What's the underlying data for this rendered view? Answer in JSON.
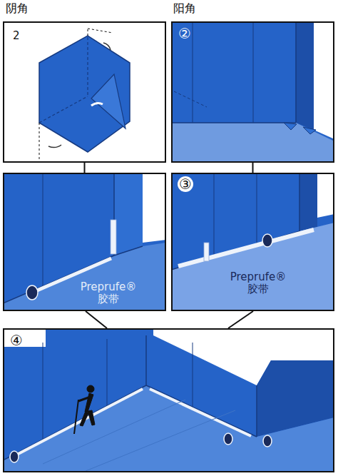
{
  "diagram": {
    "nodes": [
      {
        "text": [
          "2"
        ]
      },
      {
        "text": [
          "②"
        ]
      },
      {
        "text": [
          "Preprufe® 胶带"
        ]
      },
      {
        "text": [
          "③",
          "Preprufe® 胶带"
        ]
      },
      {
        "text": [
          "④"
        ]
      }
    ],
    "edges": [
      {
        "from": 0,
        "to": 2,
        "arrow": "none"
      },
      {
        "from": 1,
        "to": 3,
        "arrow": "none"
      },
      {
        "from": 2,
        "to": 4,
        "arrow": "none"
      },
      {
        "from": 3,
        "to": 4,
        "arrow": "none"
      }
    ],
    "labels": [
      "阴角",
      "阳角"
    ]
  }
}
